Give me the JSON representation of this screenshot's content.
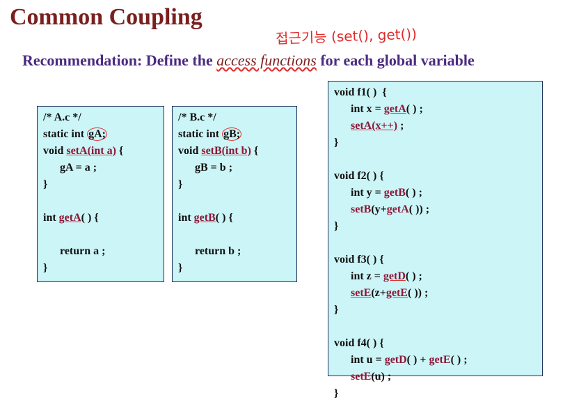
{
  "slide": {
    "title": "Common Coupling",
    "recommendation": {
      "prefix": "Recommendation: Define the ",
      "emphasis": "access functions",
      "suffix": " for each global variable"
    },
    "handwritten_note": "접근기능 (set(), get())"
  },
  "code_a": {
    "comment": "/* A.c */",
    "decl_prefix": "static int ",
    "decl_var": "gA;",
    "set_prefix": "void ",
    "set_name": "setA",
    "set_params": "(int a)",
    "set_suffix": " {",
    "assign": "gA = a ;",
    "close1": "}",
    "get_prefix": "int ",
    "get_name": "getA",
    "get_suffix": "( ) {",
    "ret": "return a ;",
    "close2": "}"
  },
  "code_b": {
    "comment": "/* B.c */",
    "decl_prefix": "static int ",
    "decl_var": "gB;",
    "set_prefix": "void ",
    "set_name": "setB",
    "set_params": "(int b)",
    "set_suffix": " {",
    "assign": "gB = b ;",
    "close1": "}",
    "get_prefix": "int ",
    "get_name": "getB",
    "get_suffix": "( ) {",
    "ret": "return b ;",
    "close2": "}"
  },
  "code_f": {
    "f1_sig": "void f1( )  {",
    "f1_l1_pre": "int x = ",
    "f1_l1_fn": "getA",
    "f1_l1_post": "( ) ;",
    "f1_l2_fn": "setA",
    "f1_l2_arg": "(x++)",
    "f1_l2_post": " ;",
    "f1_close": "}",
    "f2_sig": "void f2( ) {",
    "f2_l1_pre": "int y = ",
    "f2_l1_fn": "getB",
    "f2_l1_post": "( ) ;",
    "f2_l2_fn": "setB",
    "f2_l2_mid": "(y+",
    "f2_l2_fn2": "getA",
    "f2_l2_post": "( )) ;",
    "f2_close": "}",
    "f3_sig": "void f3( ) {",
    "f3_l1_pre": "int z = ",
    "f3_l1_fn": "getD",
    "f3_l1_post": "( ) ;",
    "f3_l2_fn": "setE",
    "f3_l2_mid": "(z+",
    "f3_l2_fn2": "getE",
    "f3_l2_post": "( )) ;",
    "f3_close": "}",
    "f4_sig": "void f4( ) {",
    "f4_l1_pre": "int u = ",
    "f4_l1_fn": "getD",
    "f4_l1_mid": "( ) + ",
    "f4_l1_fn2": "getE",
    "f4_l1_post": "( ) ;",
    "f4_l2_fn": "setE",
    "f4_l2_post": "(u) ;",
    "f4_close": "}"
  }
}
